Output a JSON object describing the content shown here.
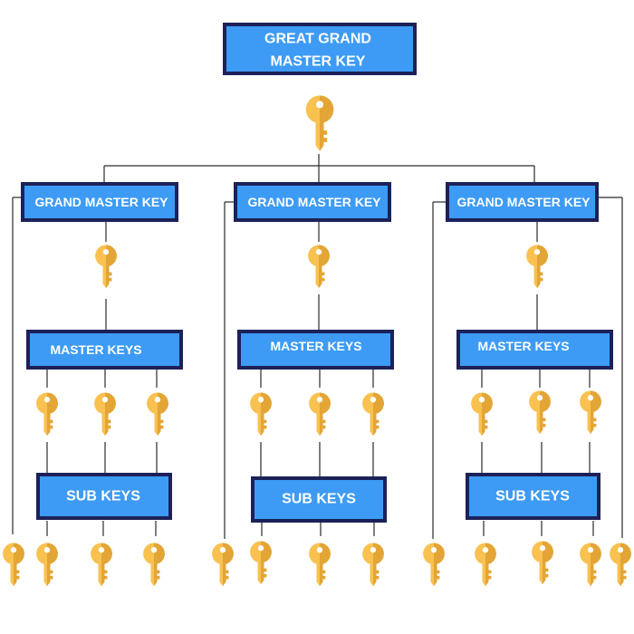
{
  "root": {
    "line1": "GREAT GRAND",
    "line2": "MASTER KEY"
  },
  "grand_master_label": "GRAND MASTER KEY",
  "master_label": "MASTER KEYS",
  "sub_label": "SUB KEYS",
  "colors": {
    "box_fill": "#3d9bf5",
    "box_border": "#1c2158",
    "key_fill": "#f9c14f",
    "key_shade": "#e3a535",
    "line": "#2a2a2a"
  },
  "icons": {
    "key": "key-icon"
  }
}
